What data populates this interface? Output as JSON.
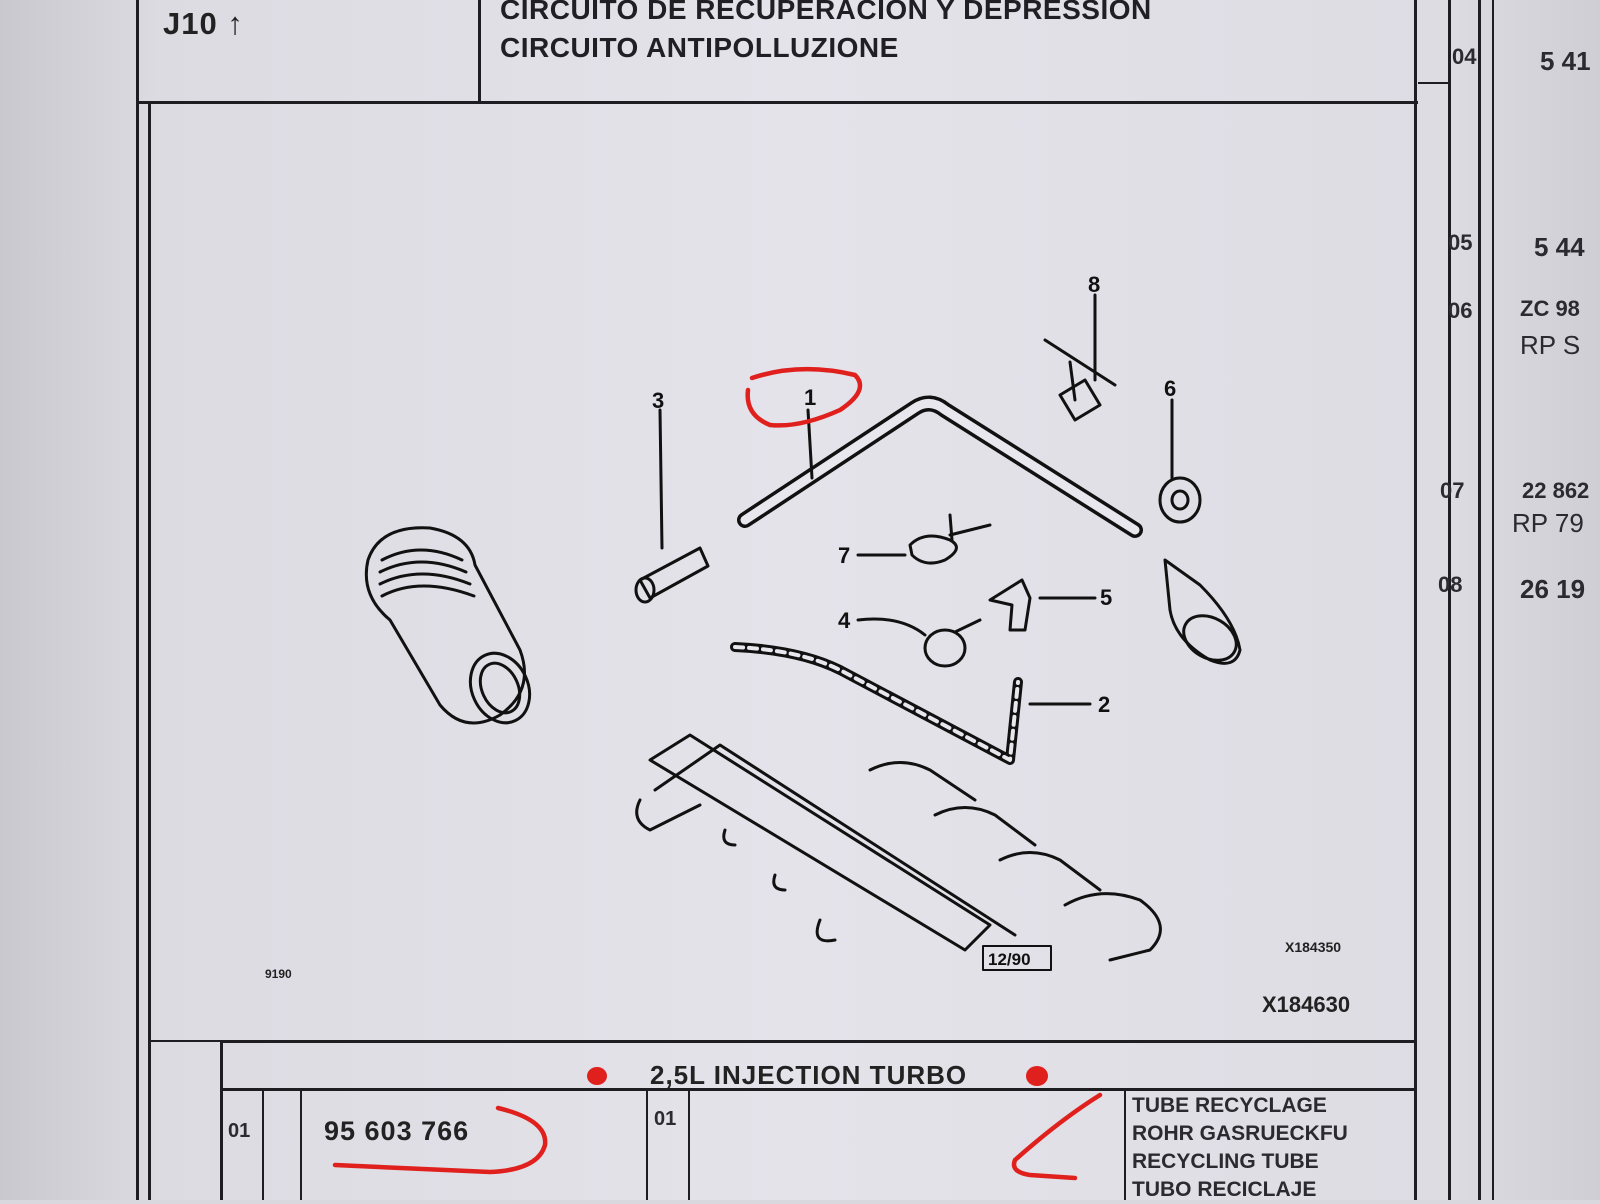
{
  "header": {
    "code": "J10",
    "title_line1": "CIRCUITO DE RECUPERACION Y DEPRESSION",
    "title_line2": "CIRCUITO ANTIPOLLUZIONE"
  },
  "right_column": {
    "rows": [
      {
        "code": "04",
        "value": "5 41"
      },
      {
        "code": "05",
        "value": "5 44"
      },
      {
        "code": "06",
        "value": "ZC 98",
        "sub": "RP S"
      },
      {
        "code": "07",
        "value": "22 862",
        "sub": "RP 79"
      },
      {
        "code": "08",
        "value": "26 19"
      }
    ]
  },
  "diagram": {
    "callouts": [
      "1",
      "2",
      "3",
      "4",
      "5",
      "6",
      "7",
      "8"
    ],
    "stamp": "12/90",
    "ref_small": "X184350",
    "ref_main": "X184630",
    "tiny_mark": "9190"
  },
  "variant_label": "2,5L INJECTION TURBO",
  "part_row": {
    "index": "01",
    "part_number": "95 603 766",
    "qty": "01",
    "descriptions": [
      "TUBE RECYCLAGE",
      "ROHR GASRUECKFU",
      "RECYCLING TUBE",
      "TUBO RECICLAJE"
    ]
  },
  "colors": {
    "annotation": "#e0201c",
    "ink": "#1d1d22",
    "paper": "#e4e3ea"
  }
}
